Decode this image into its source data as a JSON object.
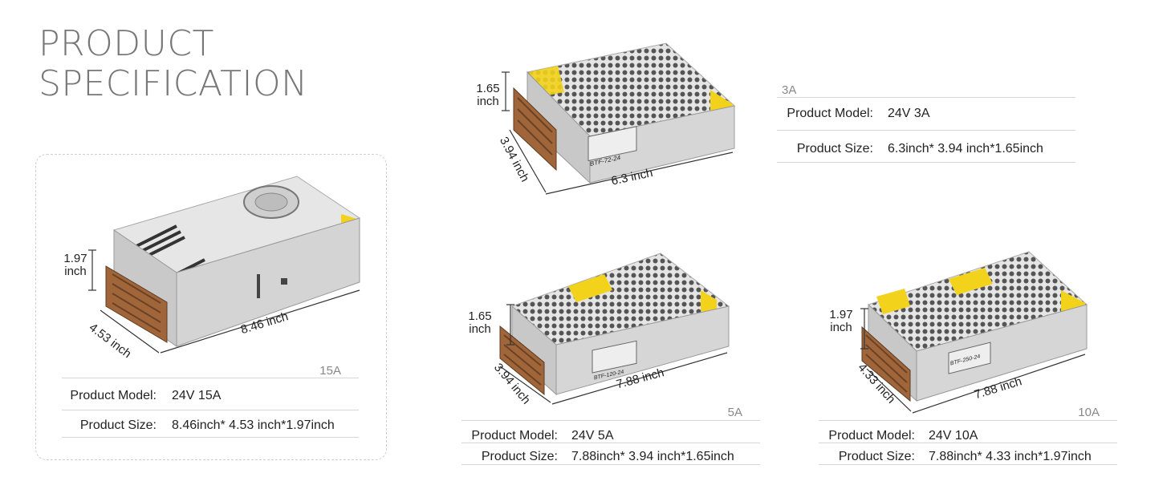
{
  "header": {
    "line1": "PRODUCT",
    "line2": "SPECIFICATION"
  },
  "colors": {
    "title": "#777777",
    "label_yellow": "#f2d21a",
    "metal": "#d9d9d9",
    "terminal": "#a0663a"
  },
  "products": [
    {
      "id": "15A",
      "caption": "15A",
      "model_label": "Product Model:",
      "model": "24V 15A",
      "size_label": "Product Size:",
      "size": "8.46inch* 4.53 inch*1.97inch",
      "dims": {
        "length": "8.46 inch",
        "depth": "4.53 inch",
        "height_top": "1.97",
        "height_bottom": "inch"
      }
    },
    {
      "id": "3A",
      "caption": "3A",
      "model_label": "Product Model:",
      "model": "24V 3A",
      "size_label": "Product Size:",
      "size": "6.3inch* 3.94 inch*1.65inch",
      "label_text": "BTF-72-24",
      "dims": {
        "length": "6.3 inch",
        "depth": "3.94 inch",
        "height_top": "1.65",
        "height_bottom": "inch"
      }
    },
    {
      "id": "5A",
      "caption": "5A",
      "model_label": "Product Model:",
      "model": "24V 5A",
      "size_label": "Product Size:",
      "size": "7.88inch* 3.94 inch*1.65inch",
      "label_text": "BTF-120-24",
      "dims": {
        "length": "7.88 inch",
        "depth": "3.94 inch",
        "height_top": "1.65",
        "height_bottom": "inch"
      }
    },
    {
      "id": "10A",
      "caption": "10A",
      "model_label": "Product Model:",
      "model": "24V 10A",
      "size_label": "Product Size:",
      "size": "7.88inch* 4.33 inch*1.97inch",
      "label_text": "BTF-250-24",
      "dims": {
        "length": "7.88 inch",
        "depth": "4.33 inch",
        "height_top": "1.97",
        "height_bottom": "inch"
      }
    }
  ]
}
